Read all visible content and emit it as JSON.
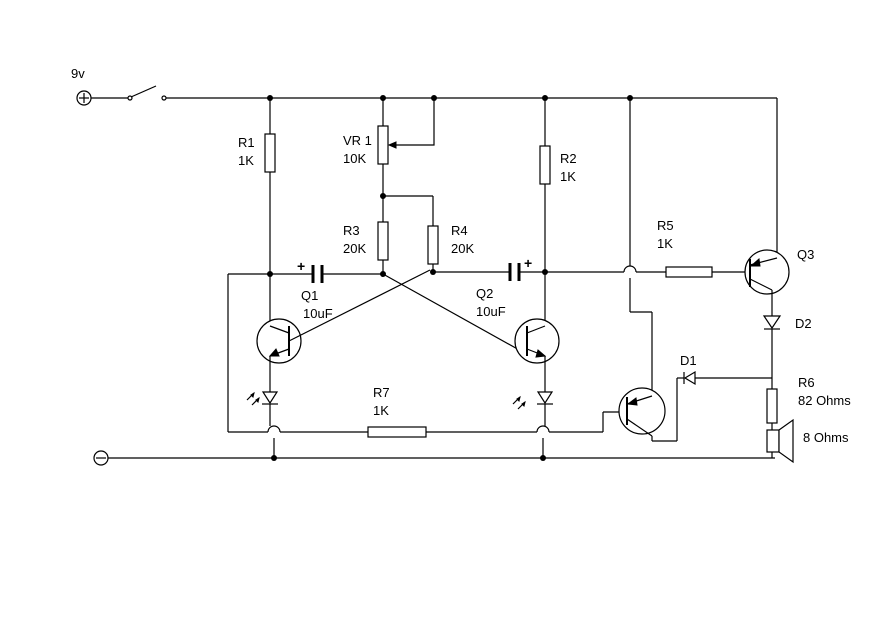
{
  "supply": {
    "label": "9v",
    "plus_symbol": "+",
    "minus_symbol": "−"
  },
  "labels": {
    "r1": [
      "R1",
      "1K"
    ],
    "vr1": [
      "VR 1",
      "10K"
    ],
    "r2": [
      "R2",
      "1K"
    ],
    "r3": [
      "R3",
      "20K"
    ],
    "r4": [
      "R4",
      "20K"
    ],
    "r5": [
      "R5",
      "1K"
    ],
    "r6": [
      "R6",
      "82 Ohms"
    ],
    "r7": [
      "R7",
      "1K"
    ],
    "q1": [
      "Q1",
      "10uF"
    ],
    "q2": [
      "Q2",
      "10uF"
    ],
    "q3": "Q3",
    "d1": "D1",
    "d2": "D2",
    "speaker": "8 Ohms",
    "cap_plus": "+"
  }
}
